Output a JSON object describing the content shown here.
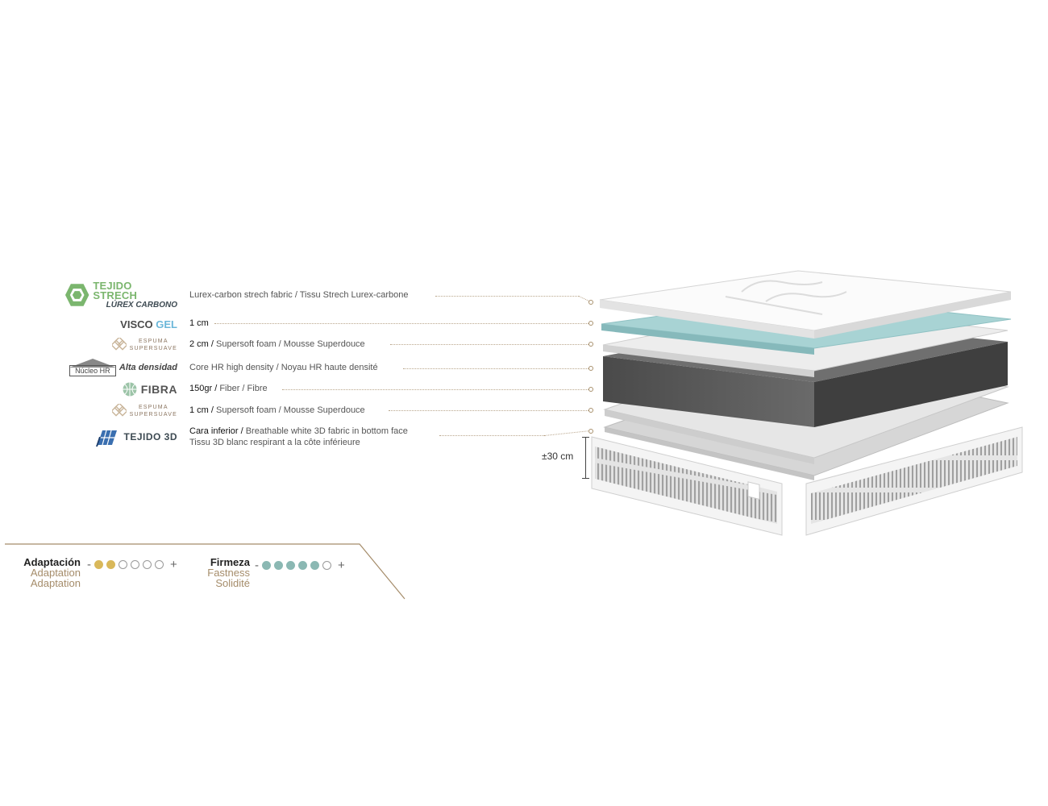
{
  "layers": [
    {
      "logo_title": "TEJIDO STRECH",
      "logo_sub": "LÚREX CARBONO",
      "desc_strong": "",
      "desc": "Lurex-carbon strech fabric / Tissu Strech Lurex-carbone"
    },
    {
      "logo_title": "VISCO",
      "logo_accent": "GEL",
      "desc_strong": "1 cm",
      "desc": ""
    },
    {
      "logo_top": "ESPUMA",
      "logo_bottom": "SUPERSUAVE",
      "desc_strong": "2 cm /",
      "desc": "Supersoft foam / Mousse Superdouce"
    },
    {
      "logo_box": "Núcleo HR",
      "logo_title": "Alta densidad",
      "desc_strong": "",
      "desc": "Core HR high density / Noyau HR haute densité"
    },
    {
      "logo_title": "FIBRA",
      "desc_strong": "150gr /",
      "desc": "Fiber / Fibre"
    },
    {
      "logo_top": "ESPUMA",
      "logo_bottom": "SUPERSUAVE",
      "desc_strong": "1 cm /",
      "desc": "Supersoft foam / Mousse Superdouce"
    },
    {
      "logo_title": "TEJIDO 3D",
      "desc_strong": "Cara inferior /",
      "desc": "Breathable white 3D fabric in bottom face",
      "desc_line2": "Tissu 3D blanc respirant a la côte inférieure"
    }
  ],
  "height_label": "±30 cm",
  "ratings": {
    "adaptation": {
      "label": "Adaptación",
      "en": "Adaptation",
      "fr": "Adaptation",
      "minus": "-",
      "plus": "+",
      "filled": 2,
      "total": 6,
      "color": "#d9b85a"
    },
    "firmness": {
      "label": "Firmeza",
      "en": "Fastness",
      "fr": "Solidité",
      "minus": "-",
      "plus": "+",
      "filled": 5,
      "total": 6,
      "color": "#8bb8b3"
    }
  },
  "colors": {
    "accent": "#a58c6a",
    "tejido_green": "#7bb66e",
    "gel_blue": "#6bb7d9",
    "dark": "#3d4a52"
  }
}
